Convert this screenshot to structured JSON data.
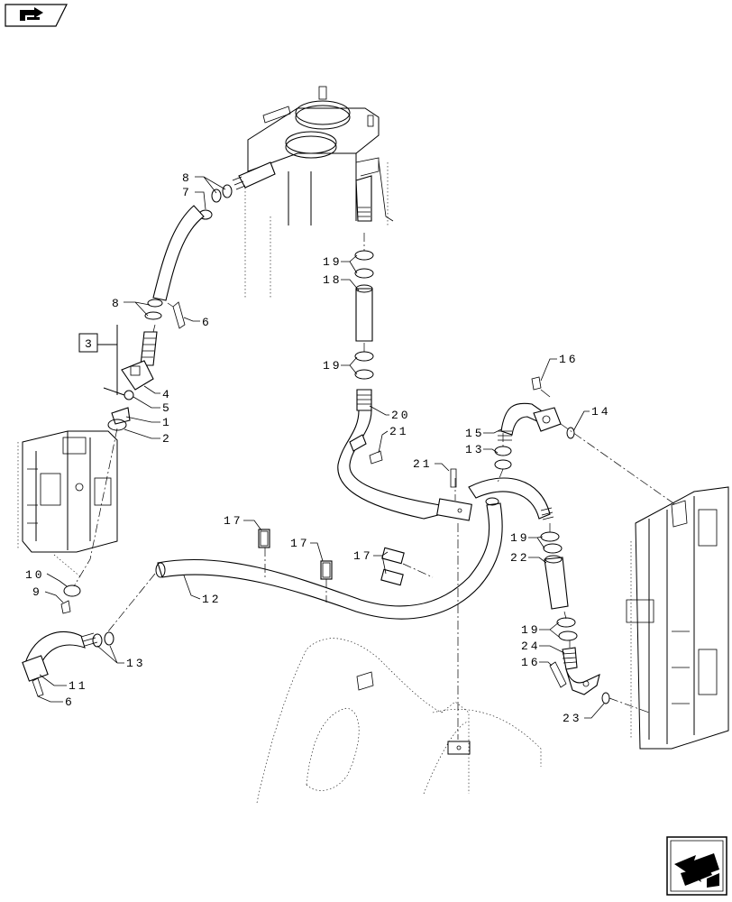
{
  "nav": {
    "prev_button": "previous-page",
    "next_button": "next-page",
    "icon_prev": "arrow-right-icon",
    "icon_next": "arrow-left-icon"
  },
  "callouts": [
    {
      "id": "c8a",
      "text": "8"
    },
    {
      "id": "c7",
      "text": "7"
    },
    {
      "id": "c8b",
      "text": "8"
    },
    {
      "id": "c6a",
      "text": "6"
    },
    {
      "id": "c3",
      "text": "3"
    },
    {
      "id": "c4",
      "text": "4"
    },
    {
      "id": "c5",
      "text": "5"
    },
    {
      "id": "c1",
      "text": "1"
    },
    {
      "id": "c2",
      "text": "2"
    },
    {
      "id": "c10",
      "text": "10"
    },
    {
      "id": "c9",
      "text": "9"
    },
    {
      "id": "c11",
      "text": "11"
    },
    {
      "id": "c6b",
      "text": "6"
    },
    {
      "id": "c13a",
      "text": "13"
    },
    {
      "id": "c12",
      "text": "12"
    },
    {
      "id": "c17a",
      "text": "17"
    },
    {
      "id": "c17b",
      "text": "17"
    },
    {
      "id": "c17c",
      "text": "17"
    },
    {
      "id": "c19a",
      "text": "19"
    },
    {
      "id": "c18",
      "text": "18"
    },
    {
      "id": "c19b",
      "text": "19"
    },
    {
      "id": "c20",
      "text": "20"
    },
    {
      "id": "c21a",
      "text": "21"
    },
    {
      "id": "c21b",
      "text": "21"
    },
    {
      "id": "c16a",
      "text": "16"
    },
    {
      "id": "c14",
      "text": "14"
    },
    {
      "id": "c15",
      "text": "15"
    },
    {
      "id": "c13b",
      "text": "13"
    },
    {
      "id": "c19c",
      "text": "19"
    },
    {
      "id": "c22",
      "text": "22"
    },
    {
      "id": "c19d",
      "text": "19"
    },
    {
      "id": "c24",
      "text": "24"
    },
    {
      "id": "c16b",
      "text": "16"
    },
    {
      "id": "c23",
      "text": "23"
    }
  ]
}
